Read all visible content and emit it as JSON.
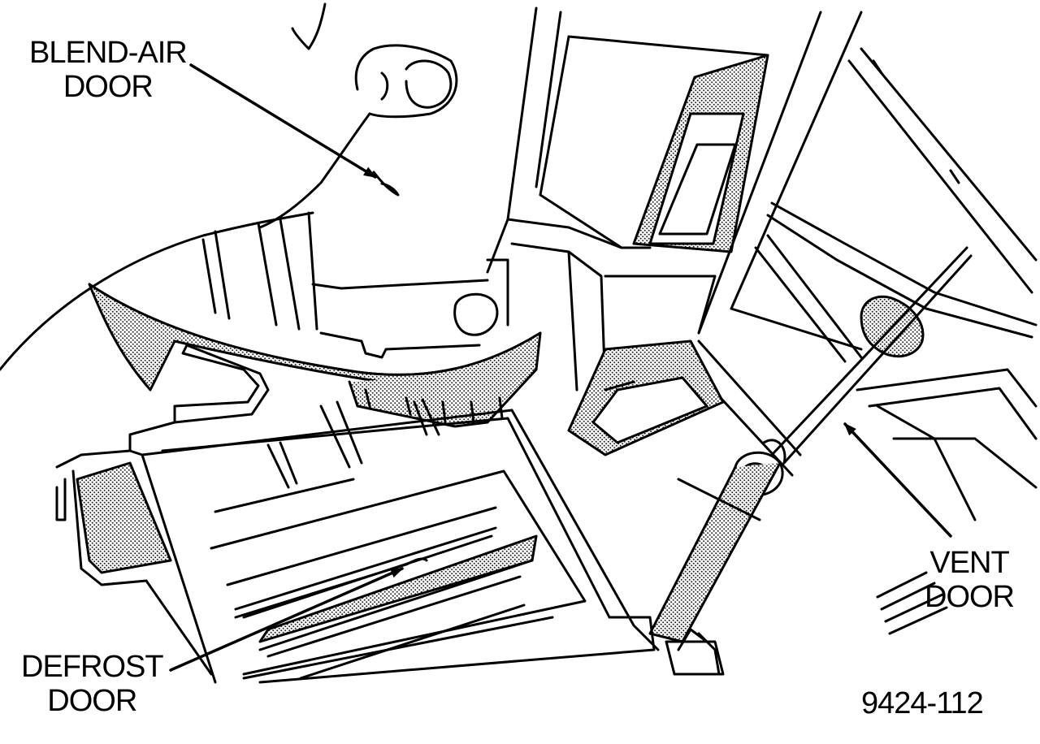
{
  "labels": {
    "blend_air_door": [
      "BLEND-AIR",
      "DOOR"
    ],
    "vent_door": [
      "VENT",
      "DOOR"
    ],
    "defrost_door": [
      "DEFROST",
      "DOOR"
    ]
  },
  "figure_number": "9424-112",
  "colors": {
    "line": "#000000",
    "background": "#ffffff",
    "stipple": "#555555"
  }
}
